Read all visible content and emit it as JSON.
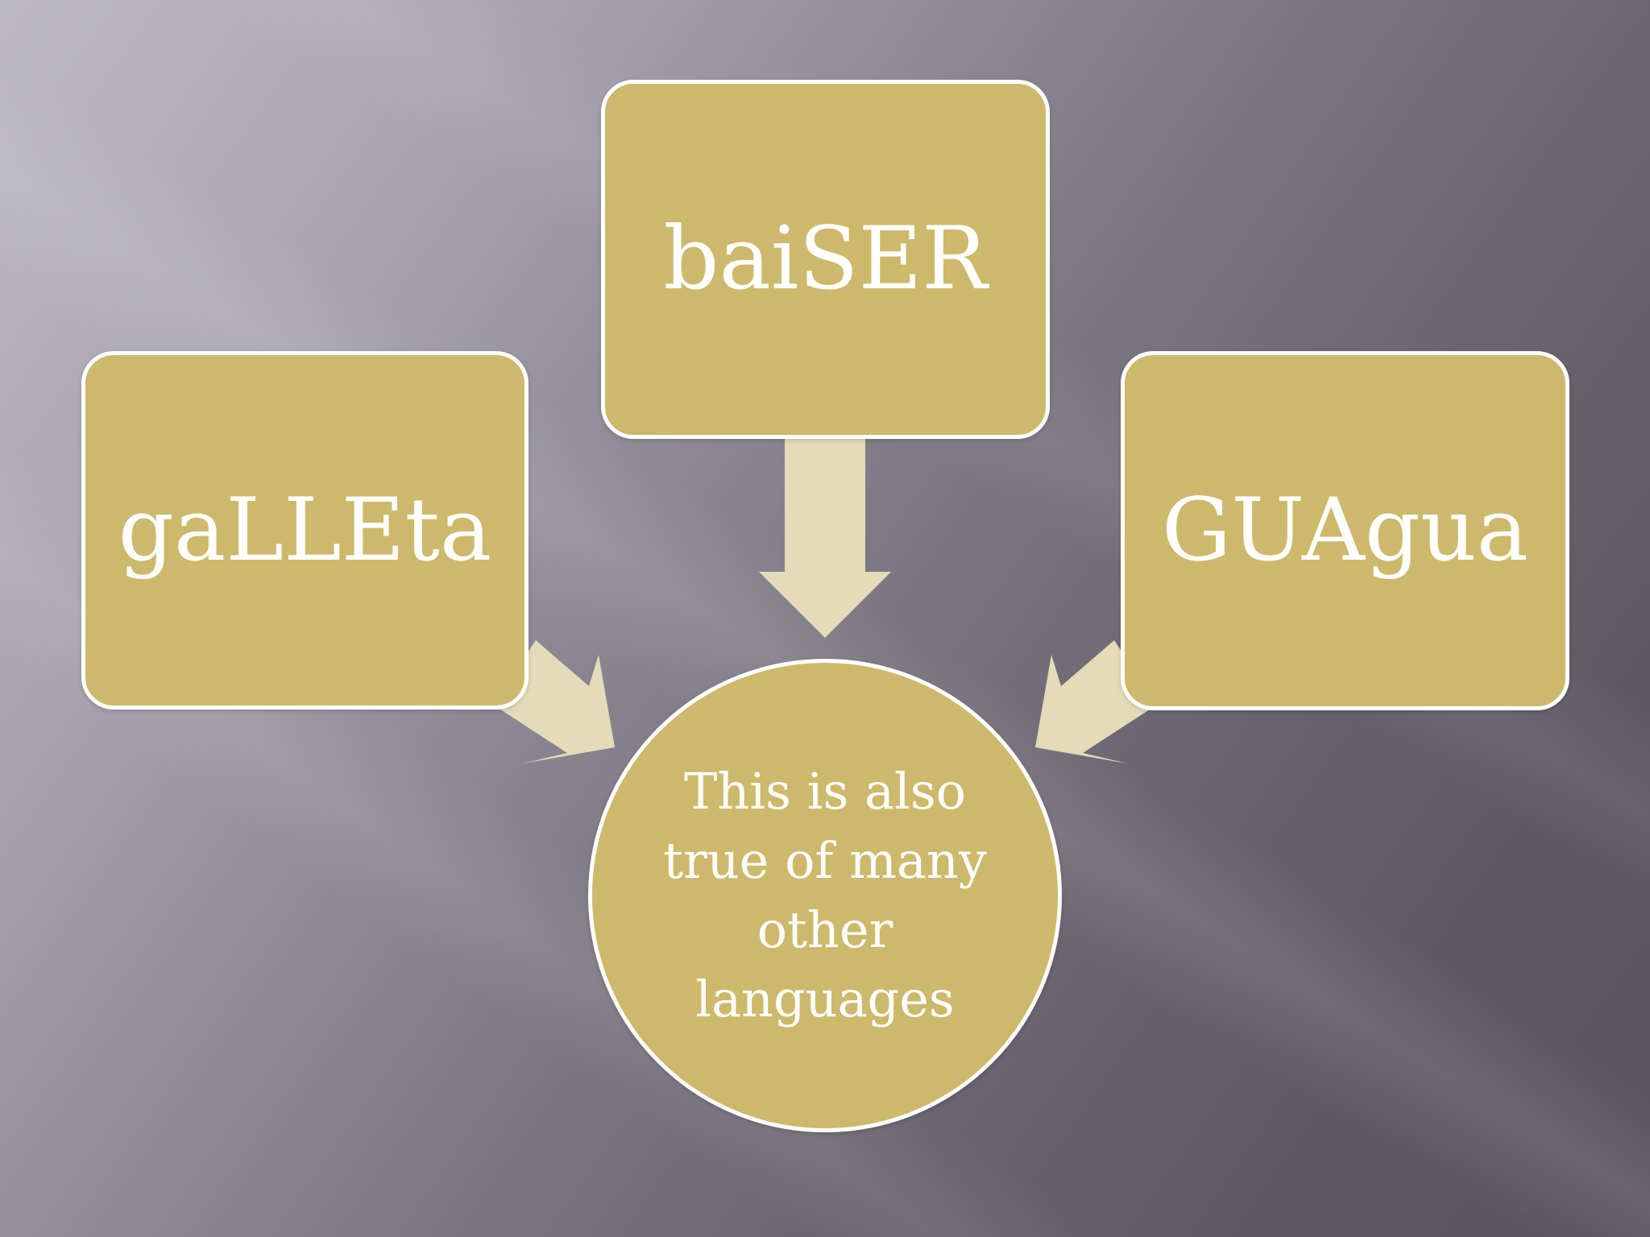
{
  "diagram": {
    "colors": {
      "node_fill": "#cdb96b",
      "node_border": "#ffffff",
      "node_text": "#ffffff",
      "arrow_fill": "#e4dbb8"
    },
    "nodes": {
      "left": {
        "label": "gaLLEta"
      },
      "top": {
        "label": "baiSER"
      },
      "right": {
        "label": "GUAgua"
      },
      "center": {
        "label": "This is also true of many other languages"
      }
    },
    "edges": [
      {
        "from": "left",
        "to": "center"
      },
      {
        "from": "top",
        "to": "center"
      },
      {
        "from": "right",
        "to": "center"
      }
    ]
  }
}
